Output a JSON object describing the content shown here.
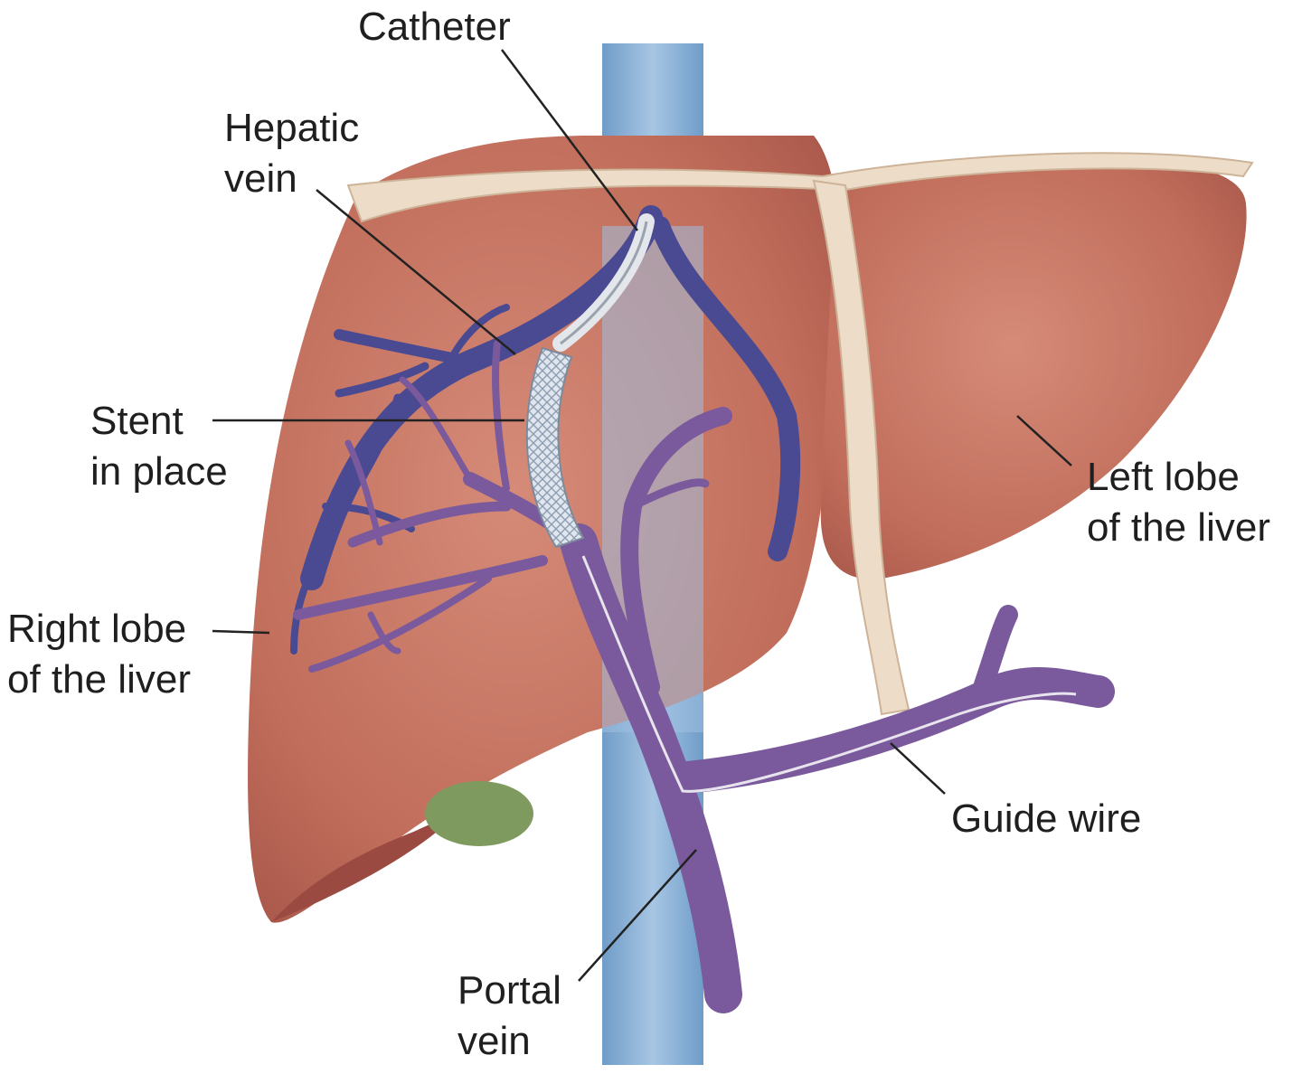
{
  "labels": {
    "catheter": "Catheter",
    "hepatic_vein": [
      "Hepatic",
      "vein"
    ],
    "stent": [
      "Stent",
      "in place"
    ],
    "right_lobe": [
      "Right lobe",
      "of the liver"
    ],
    "left_lobe": [
      "Left lobe",
      "of the liver"
    ],
    "guide_wire": "Guide wire",
    "portal_vein": [
      "Portal",
      "vein"
    ]
  },
  "colors": {
    "liver": "#c8735f",
    "liver_dark": "#a34e45",
    "ivc": "#8fb3d6",
    "hepatic_vein": "#4a4a93",
    "portal_vein": "#7a5a9c",
    "ligament": "#eddcc8",
    "gallbladder": "#7f9a5e",
    "stent": "#c9d4e2"
  }
}
